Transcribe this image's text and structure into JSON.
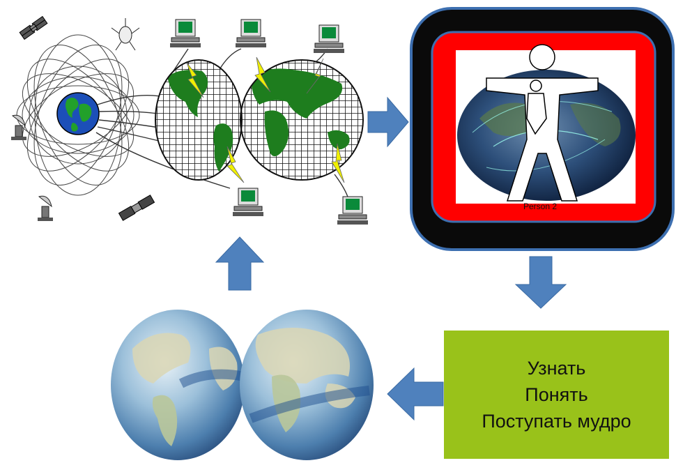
{
  "nodes": {
    "network": {
      "description": "satellites, globe, orbits, world map, computers"
    },
    "screen": {
      "person_label": "Person 2"
    },
    "wisdom_box": {
      "lines": [
        "Узнать",
        "Понять",
        "Поступать мудро"
      ],
      "color": "#99c21a"
    },
    "earth_globes": {}
  },
  "colors": {
    "arrow": "#4f81bd",
    "screen_frame": "#0a0a0a",
    "screen_border": "#3d6fb0",
    "screen_red": "#ff0000",
    "map_green": "#1e7d1e",
    "lightning": "#f0f000",
    "globe_blue": "#1c4fb8"
  },
  "edges": [
    {
      "from": "network",
      "to": "screen",
      "direction": "right"
    },
    {
      "from": "screen",
      "to": "wisdom_box",
      "direction": "down"
    },
    {
      "from": "wisdom_box",
      "to": "earth_globes",
      "direction": "left"
    },
    {
      "from": "earth_globes",
      "to": "network",
      "direction": "up"
    }
  ]
}
